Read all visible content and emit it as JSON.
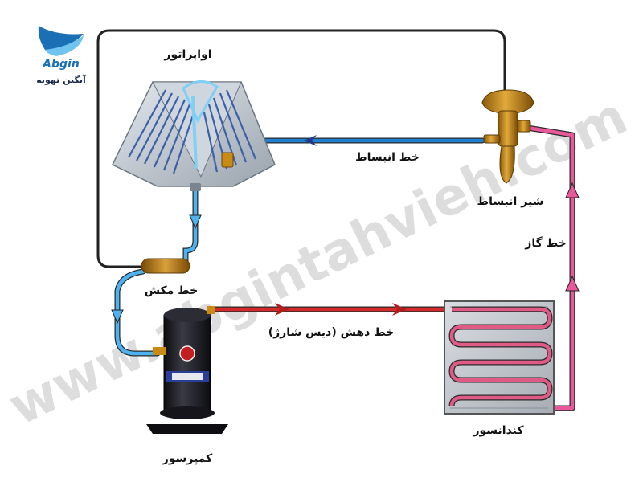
{
  "logo": {
    "brand": "Abgin",
    "tagline": "آبگین تهویه"
  },
  "watermark": "www.abgintahvieh.com",
  "labels": {
    "evaporator": "اواپراتور",
    "expansion_line": "خط انبساط",
    "expansion_valve": "شیر انبساط",
    "gas_line": "خط گاز",
    "suction_line": "خط مکش",
    "discharge_line": "خط دهش (دیس شارژ)",
    "condenser": "کندانسور",
    "compressor": "کمپرسور"
  },
  "colors": {
    "liquid_line": "#1f7fd0",
    "suction_line": "#4db3f0",
    "discharge_line": "#d42a2a",
    "gas_line": "#e8589a",
    "outline": "#222222",
    "valve": "#c98a16",
    "compressor_body": "#1e1e24"
  }
}
